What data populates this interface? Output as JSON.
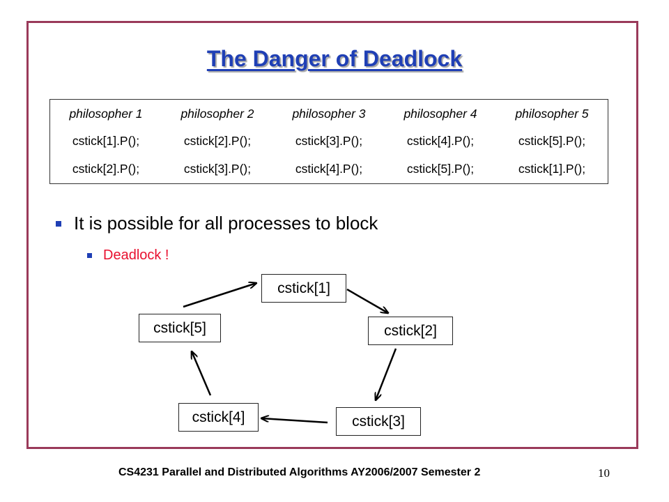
{
  "slide": {
    "title": "The Danger of Deadlock",
    "table": {
      "headers": [
        "philosopher 1",
        "philosopher 2",
        "philosopher 3",
        "philosopher 4",
        "philosopher 5"
      ],
      "rows": [
        [
          "cstick[1].P();",
          "cstick[2].P();",
          "cstick[3].P();",
          "cstick[4].P();",
          "cstick[5].P();"
        ],
        [
          "cstick[2].P();",
          "cstick[3].P();",
          "cstick[4].P();",
          "cstick[5].P();",
          "cstick[1].P();"
        ]
      ]
    },
    "bullets": {
      "main": "It is possible for all processes to block",
      "sub": "Deadlock !"
    },
    "cycle_nodes": [
      "cstick[1]",
      "cstick[2]",
      "cstick[3]",
      "cstick[4]",
      "cstick[5]"
    ]
  },
  "footer": {
    "course": "CS4231 Parallel and Distributed Algorithms AY2006/2007 Semester 2",
    "page_number": "10"
  },
  "colors": {
    "title": "#1f3fb5",
    "frame_border": "#9a3a5a",
    "bullet_square": "#1f3fb5",
    "sub_bullet_text": "#e8102e"
  }
}
